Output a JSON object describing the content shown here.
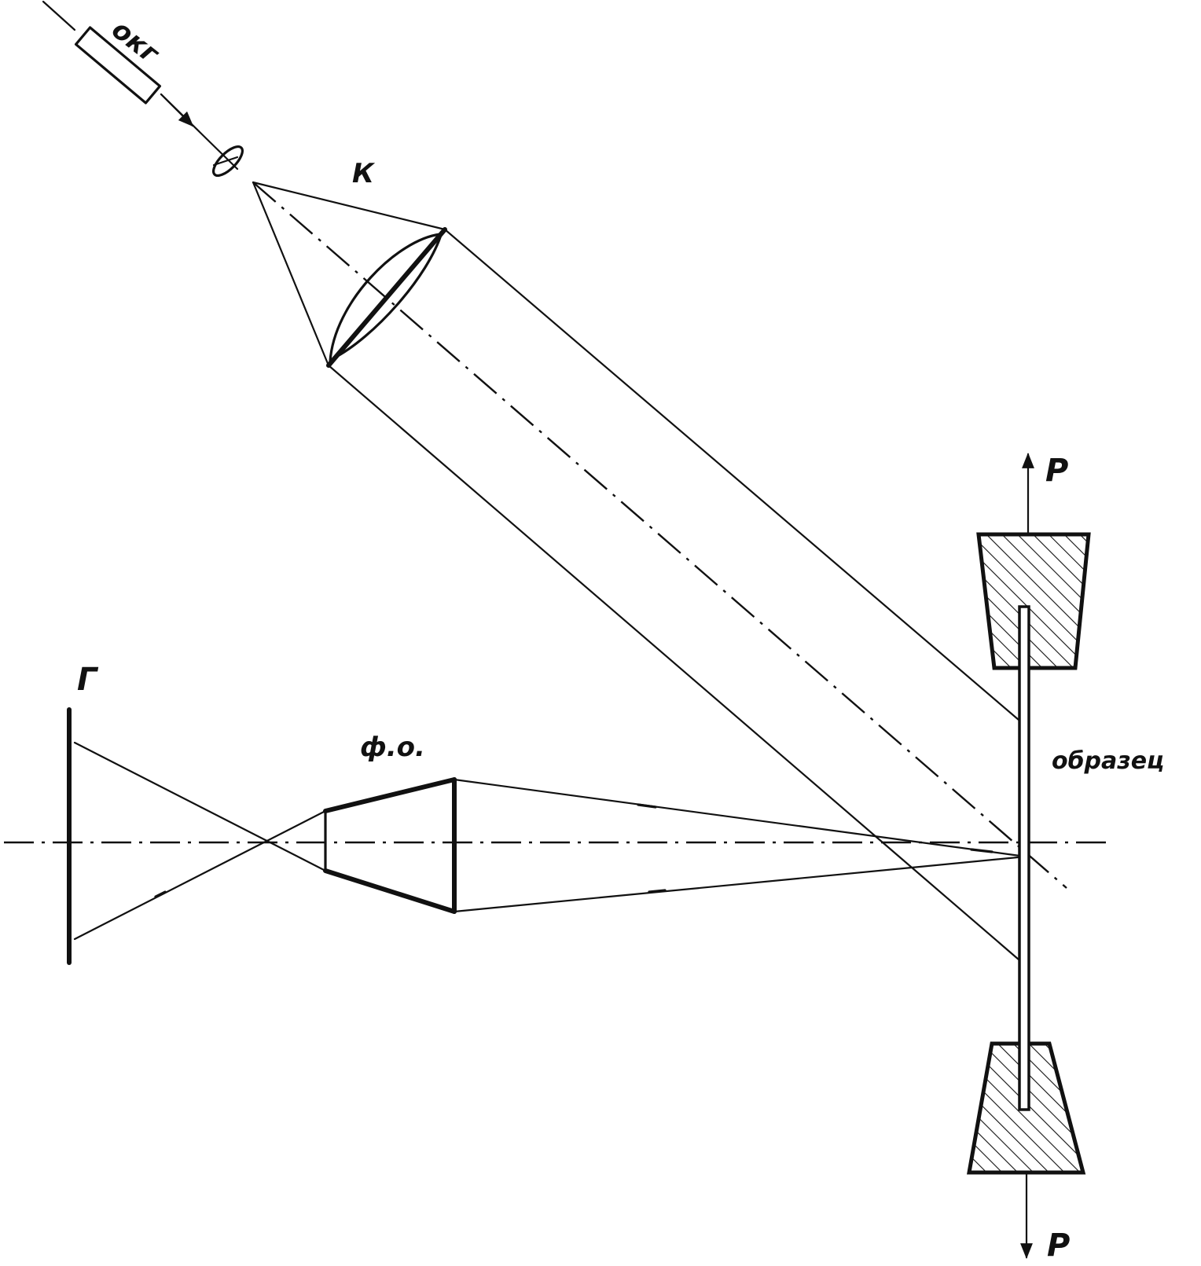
{
  "labels": {
    "laser": "окг",
    "collimator": "К",
    "objective": "ф.о.",
    "screen": "Г",
    "sample": "образец",
    "force_top": "P",
    "force_bottom": "P"
  }
}
